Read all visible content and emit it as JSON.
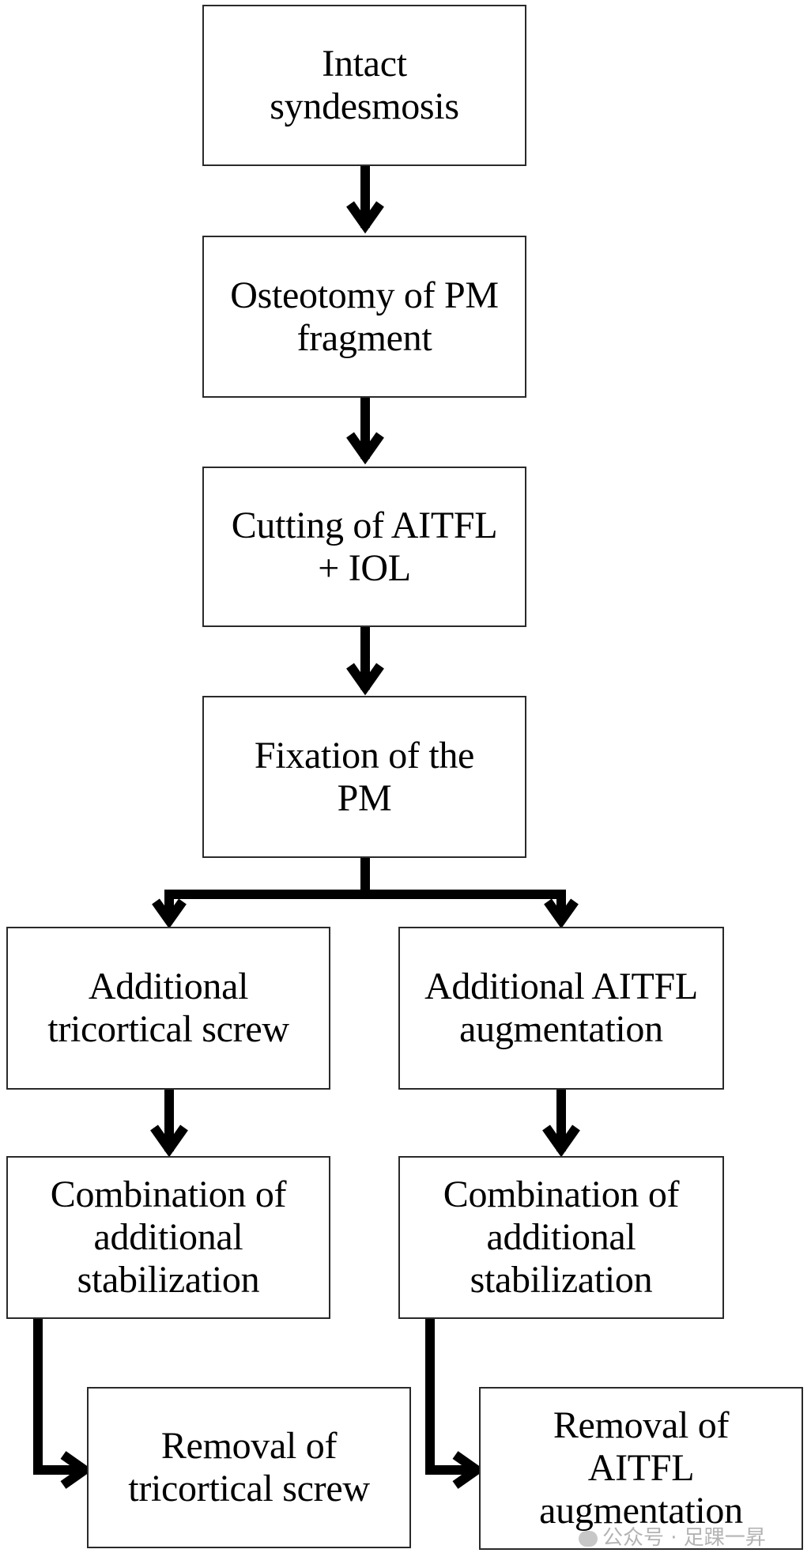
{
  "flowchart": {
    "steps": [
      {
        "id": "intact",
        "label": "Intact\nsyndesmosis"
      },
      {
        "id": "osteotomy",
        "label": "Osteotomy of PM\nfragment"
      },
      {
        "id": "cutting",
        "label": "Cutting of AITFL\n+ IOL"
      },
      {
        "id": "fixation",
        "label": "Fixation of the\nPM"
      },
      {
        "id": "screw",
        "label": "Additional\ntricortical screw"
      },
      {
        "id": "augmentation",
        "label": "Additional AITFL\naugmentation"
      },
      {
        "id": "combination-left",
        "label": "Combination of\nadditional\nstabilization"
      },
      {
        "id": "combination-right",
        "label": "Combination of\nadditional\nstabilization"
      },
      {
        "id": "removal-screw",
        "label": "Removal of\ntricortical screw"
      },
      {
        "id": "removal-augmentation",
        "label": "Removal of\nAITFL\naugmentation"
      }
    ],
    "edges": [
      {
        "from": "intact",
        "to": "osteotomy"
      },
      {
        "from": "osteotomy",
        "to": "cutting"
      },
      {
        "from": "cutting",
        "to": "fixation"
      },
      {
        "from": "fixation",
        "to": "screw"
      },
      {
        "from": "fixation",
        "to": "augmentation"
      },
      {
        "from": "screw",
        "to": "combination-left"
      },
      {
        "from": "augmentation",
        "to": "combination-right"
      },
      {
        "from": "combination-left",
        "to": "removal-screw"
      },
      {
        "from": "combination-right",
        "to": "removal-augmentation"
      }
    ]
  },
  "watermark": {
    "text": "公众号 · 足踝一昇"
  }
}
